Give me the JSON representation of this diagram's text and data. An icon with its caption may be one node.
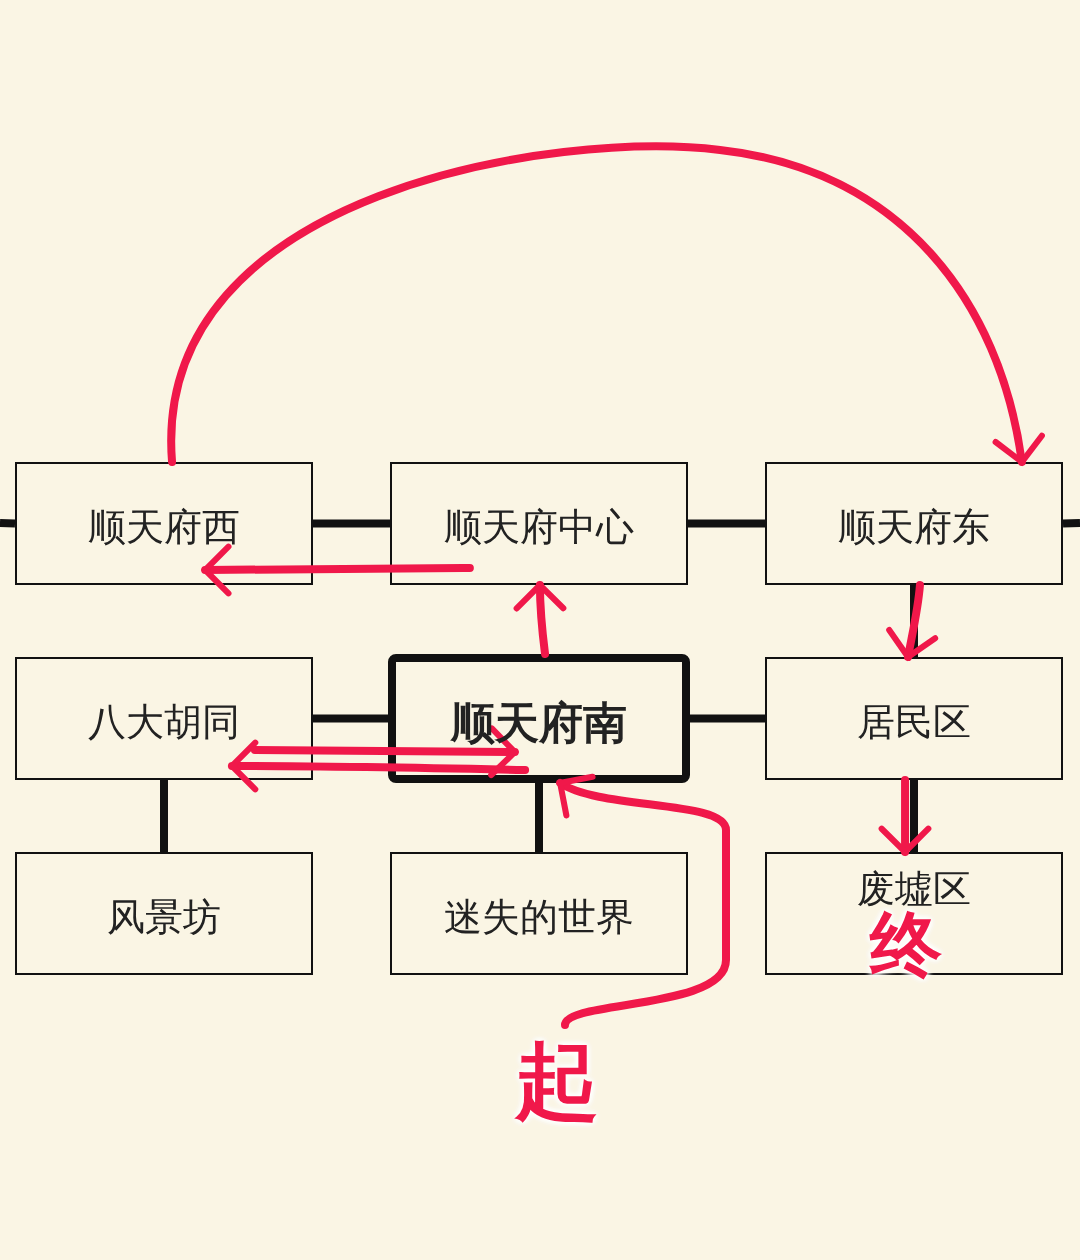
{
  "diagram": {
    "nodes": [
      {
        "text": [
          "顺天府西"
        ]
      },
      {
        "text": [
          "顺天府中心"
        ]
      },
      {
        "text": [
          "顺天府东"
        ]
      },
      {
        "text": [
          "八大胡同"
        ]
      },
      {
        "text": [
          "顺天府南"
        ]
      },
      {
        "text": [
          "居民区"
        ]
      },
      {
        "text": [
          "风景坊"
        ]
      },
      {
        "text": [
          "迷失的世界"
        ]
      },
      {
        "text": [
          "废墟区"
        ]
      },
      {
        "text": [
          "起"
        ]
      }
    ],
    "edges": [
      {
        "from": null,
        "to": 0,
        "arrow": "none"
      },
      {
        "from": 0,
        "to": 1,
        "arrow": "none"
      },
      {
        "from": 1,
        "to": 2,
        "arrow": "none"
      },
      {
        "from": 2,
        "to": null,
        "arrow": "none"
      },
      {
        "from": 3,
        "to": 4,
        "arrow": "none"
      },
      {
        "from": 4,
        "to": 5,
        "arrow": "none"
      },
      {
        "from": 3,
        "to": 6,
        "arrow": "none"
      },
      {
        "from": 4,
        "to": 7,
        "arrow": "none"
      },
      {
        "from": 2,
        "to": 5,
        "arrow": "none"
      },
      {
        "from": 5,
        "to": 8,
        "arrow": "none"
      },
      {
        "from": 9,
        "to": 4,
        "arrow": "to",
        "color": "#f0184a"
      },
      {
        "from": 4,
        "to": 3,
        "arrow": "to",
        "color": "#f0184a"
      },
      {
        "from": 3,
        "to": 4,
        "arrow": "to",
        "color": "#f0184a"
      },
      {
        "from": 4,
        "to": 1,
        "arrow": "to",
        "color": "#f0184a"
      },
      {
        "from": 1,
        "to": 0,
        "arrow": "to",
        "color": "#f0184a"
      },
      {
        "from": 0,
        "to": 2,
        "arrow": "to",
        "color": "#f0184a"
      },
      {
        "from": 2,
        "to": 5,
        "arrow": "to",
        "color": "#f0184a"
      },
      {
        "from": 5,
        "to": 8,
        "arrow": "to",
        "color": "#f0184a"
      }
    ],
    "labels": [
      "终"
    ]
  }
}
